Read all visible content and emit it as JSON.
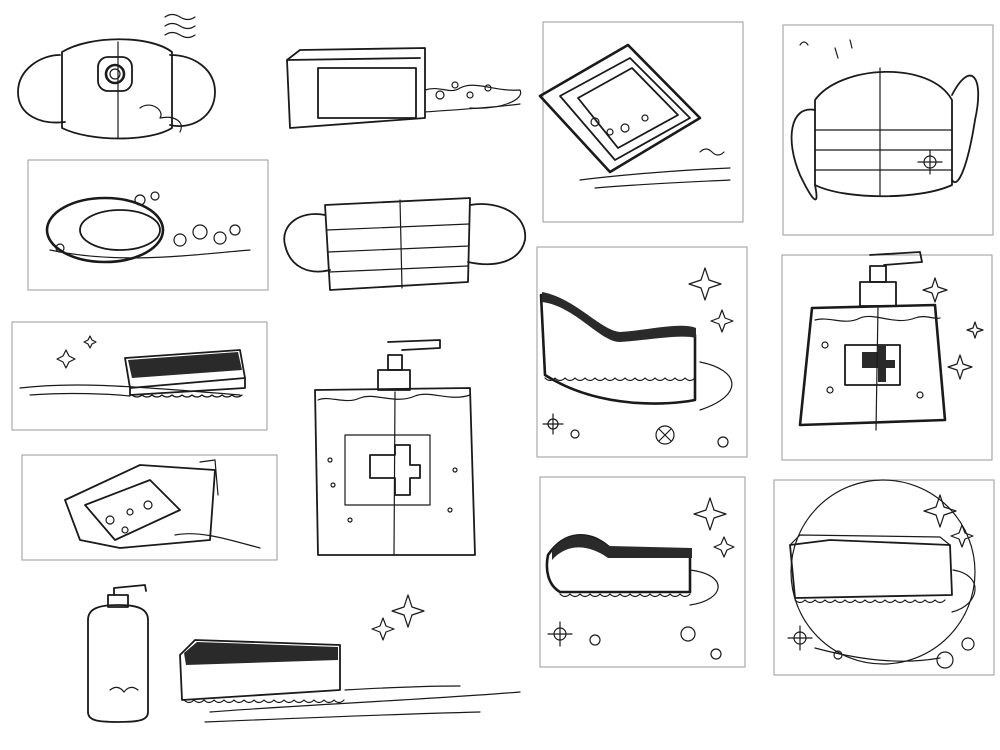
{
  "sheet": {
    "medium": "pencil-sketch",
    "ink_color": "#1a1a1a",
    "paper_color": "#ffffff"
  },
  "sketches": [
    {
      "subject": "respirator-mask-with-valve"
    },
    {
      "subject": "soap-bar-box-with-foam"
    },
    {
      "subject": "soap-in-dish-tilted"
    },
    {
      "subject": "face-mask-sparkle"
    },
    {
      "subject": "oval-soap-with-bubbles"
    },
    {
      "subject": "surgical-mask"
    },
    {
      "subject": "sponge-on-floor"
    },
    {
      "subject": "soap-dispenser-with-cross"
    },
    {
      "subject": "sponge-curved-sparkles"
    },
    {
      "subject": "dispenser-cross-sparkles"
    },
    {
      "subject": "sponge-in-glass"
    },
    {
      "subject": "sponge-curved-small"
    },
    {
      "subject": "sponge-in-bubble"
    },
    {
      "subject": "pump-bottle"
    },
    {
      "subject": "sponge-with-lines"
    }
  ]
}
